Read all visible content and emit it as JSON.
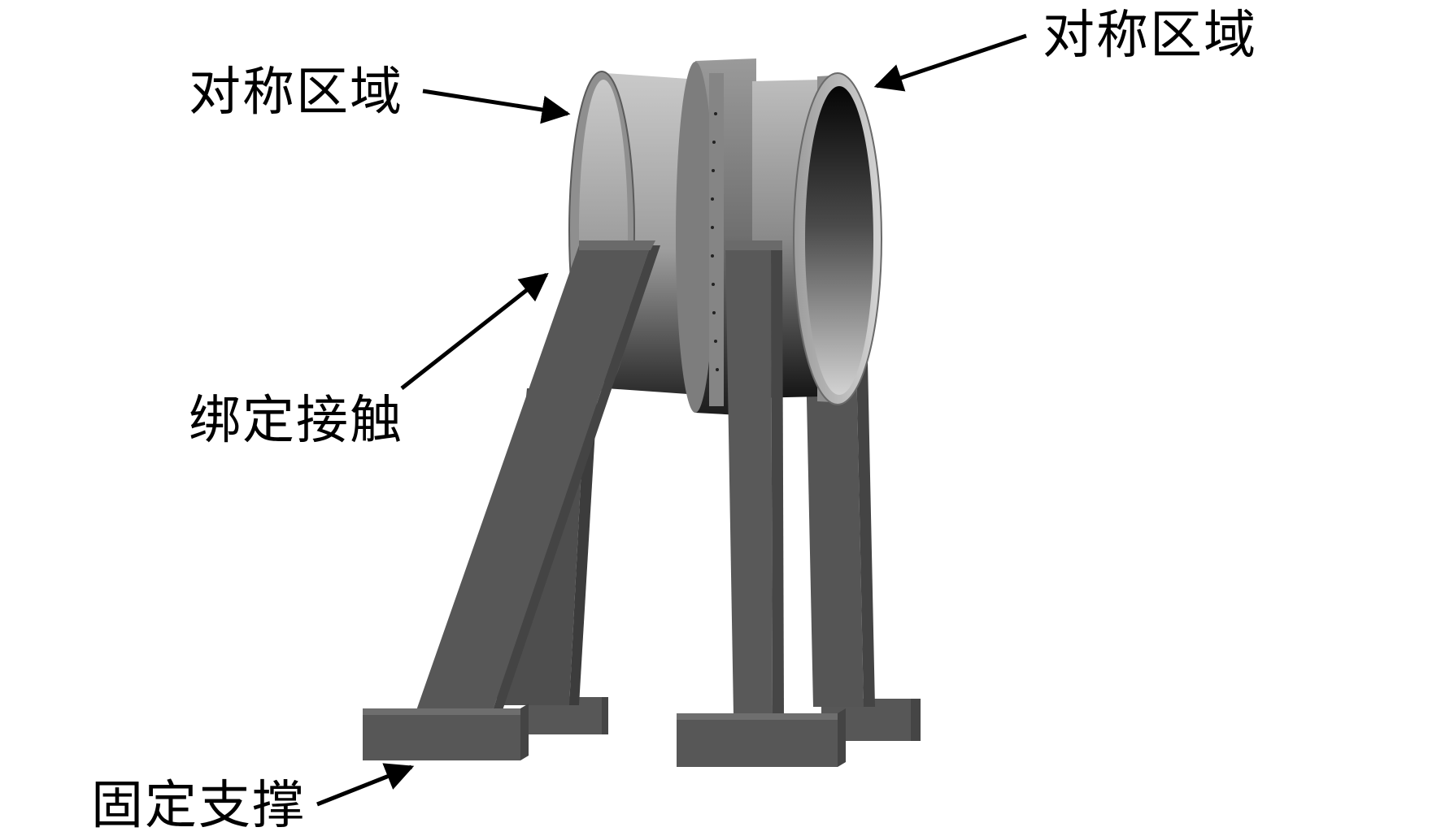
{
  "labels": {
    "symmetry_left": "对称区域",
    "symmetry_right": "对称区域",
    "bonded_contact": "绑定接触",
    "fixed_support": "固定支撑"
  },
  "colors": {
    "background": "#ffffff",
    "leg": "#575757",
    "leg_side": "#474747",
    "foot_top": "#6a6a6a",
    "foot_front": "#555555",
    "shell_light": "#b8b8b8",
    "shell_dark": "#2a2a2a",
    "arrow": "#000000"
  },
  "icons": [
    "arrow-icon"
  ]
}
